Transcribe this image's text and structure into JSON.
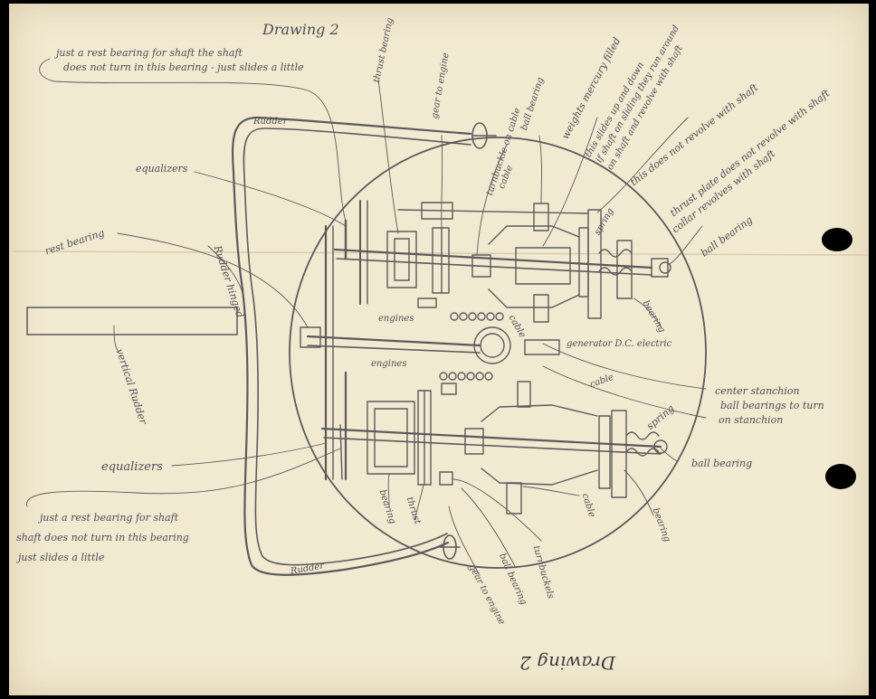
{
  "title": "Drawing 2",
  "labels": {
    "rest_top_1": "just a rest bearing for shaft the shaft",
    "rest_top_2": "does not turn in this bearing - just slides a little",
    "thrust_bearing": "thrust bearing",
    "gear_engine": "gear to engine",
    "turnbuckle_cable": "turnbuckle on cable",
    "ball_bearing_top": "ball bearing",
    "cable_top": "cable",
    "weights": "weights mercury filled",
    "slides_1": "this slides up and down",
    "slides_2": "if shaft on sliding they run around",
    "slides_3": "on shaft and revolve with shaft",
    "not_revolve": "this does not revolve with shaft",
    "thrust_plate": "thrust plate does not revolve with shaft",
    "collar": "collar revolves with shaft",
    "ball_bearing_right": "ball bearing",
    "rudder_top": "Rudder",
    "equalizers_top": "equalizers",
    "rest_bearing": "rest bearing",
    "rudder_hinge": "Rudder hinged",
    "vertical_rudder": "vertical Rudder",
    "spring_top": "spring",
    "bearing_right": "bearing",
    "engines_top": "engines",
    "cable_mid": "cable",
    "generator": "generator D.C. electric",
    "engines_mid": "engines",
    "cable_lower": "cable",
    "center_stanchion": "center stanchion",
    "ball_bearings_1": "ball bearings to turn",
    "ball_bearings_2": "on stanchion",
    "spring_bottom": "spring",
    "ball_bearing_lower": "ball bearing",
    "equalizers_bottom": "equalizers",
    "rest_bottom_1": "just a rest bearing for shaft",
    "rest_bottom_2": "shaft does not turn in this bearing",
    "rest_bottom_3": "just slides a little",
    "bearing_l1": "bearing",
    "thrust_l": "thrust",
    "cable_bottom": "cable",
    "bearing_bottom": "bearing",
    "turnbuckels": "turnbuckels",
    "ball_bearing_bottom": "ball bearing",
    "gear_engine_bottom": "gear to engine",
    "rudder_bottom": "Rudder",
    "mirror_title": "Drawing 2"
  },
  "colors": {
    "paper": "#f1e9d0",
    "pencil": "#5b5a5d",
    "ink": "#4e4d58"
  }
}
